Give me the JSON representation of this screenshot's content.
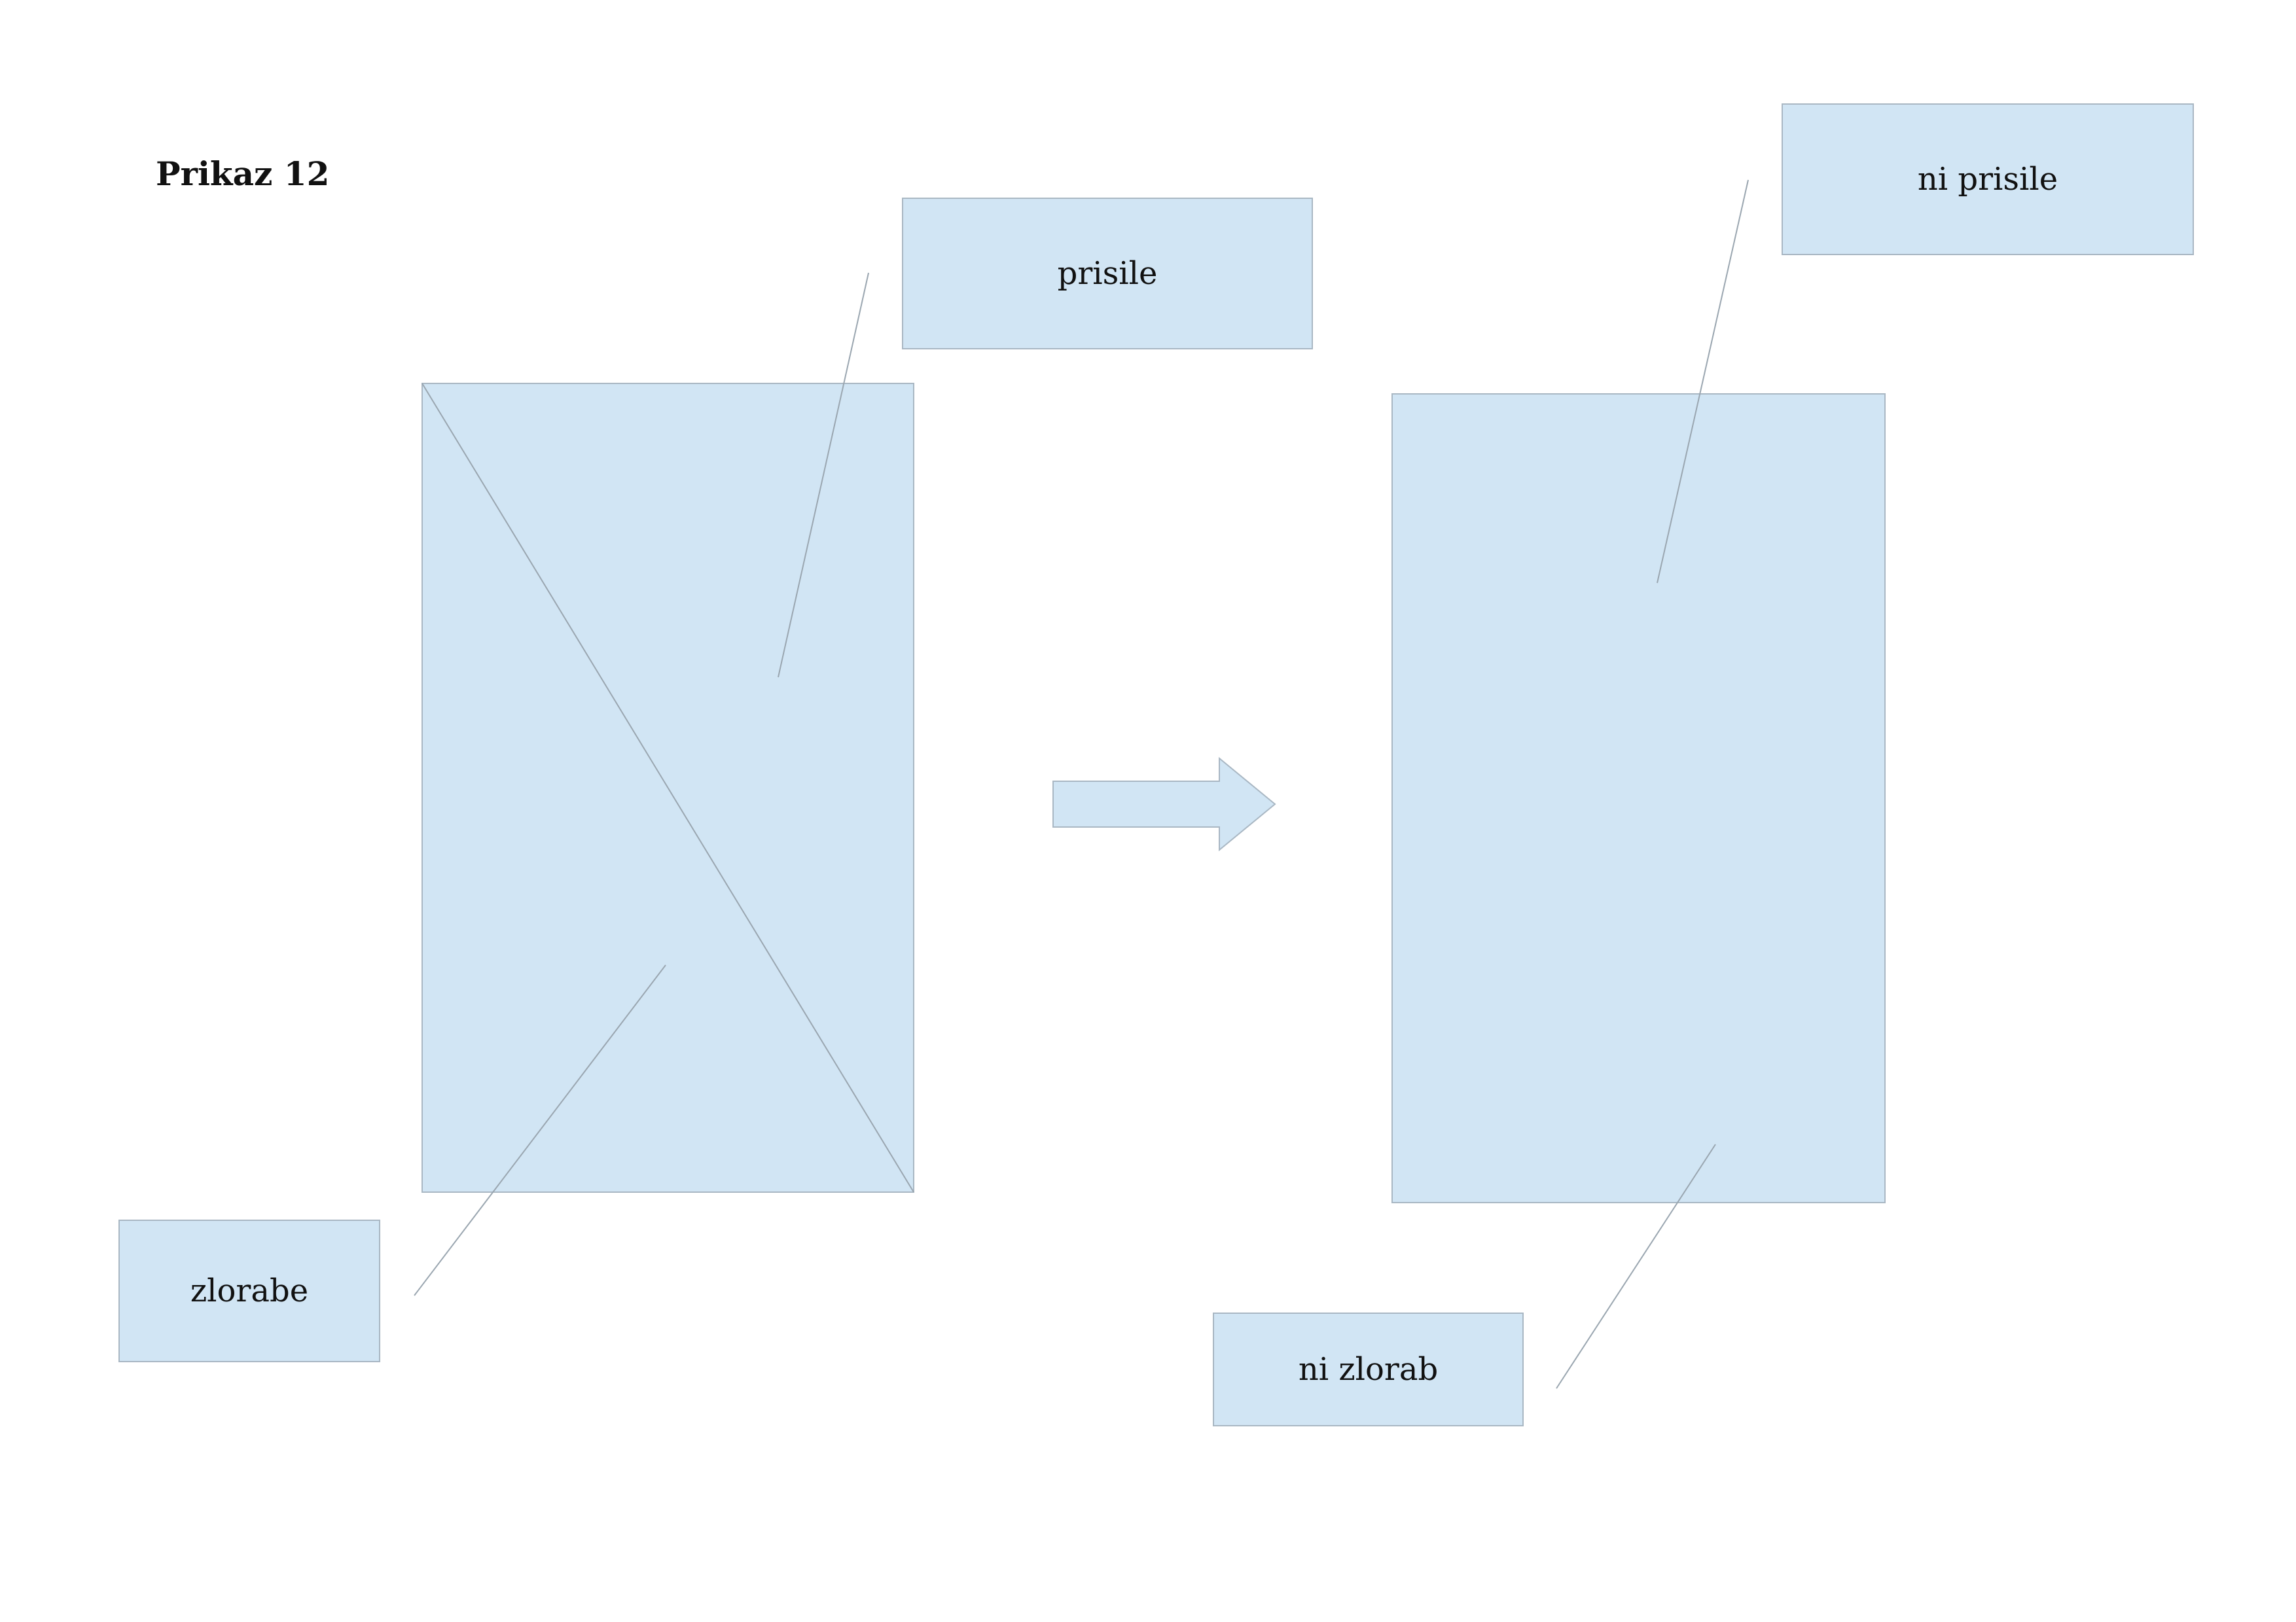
{
  "title": "Prikaz 12",
  "labels": {
    "left_top": "prisile",
    "left_bottom": "zlorabe",
    "right_top": "ni prisile",
    "right_bottom": "ni zlorab"
  },
  "colors": {
    "fill": "#d1e5f4",
    "border": "#a9b7c3",
    "line": "#9aa6b0"
  }
}
